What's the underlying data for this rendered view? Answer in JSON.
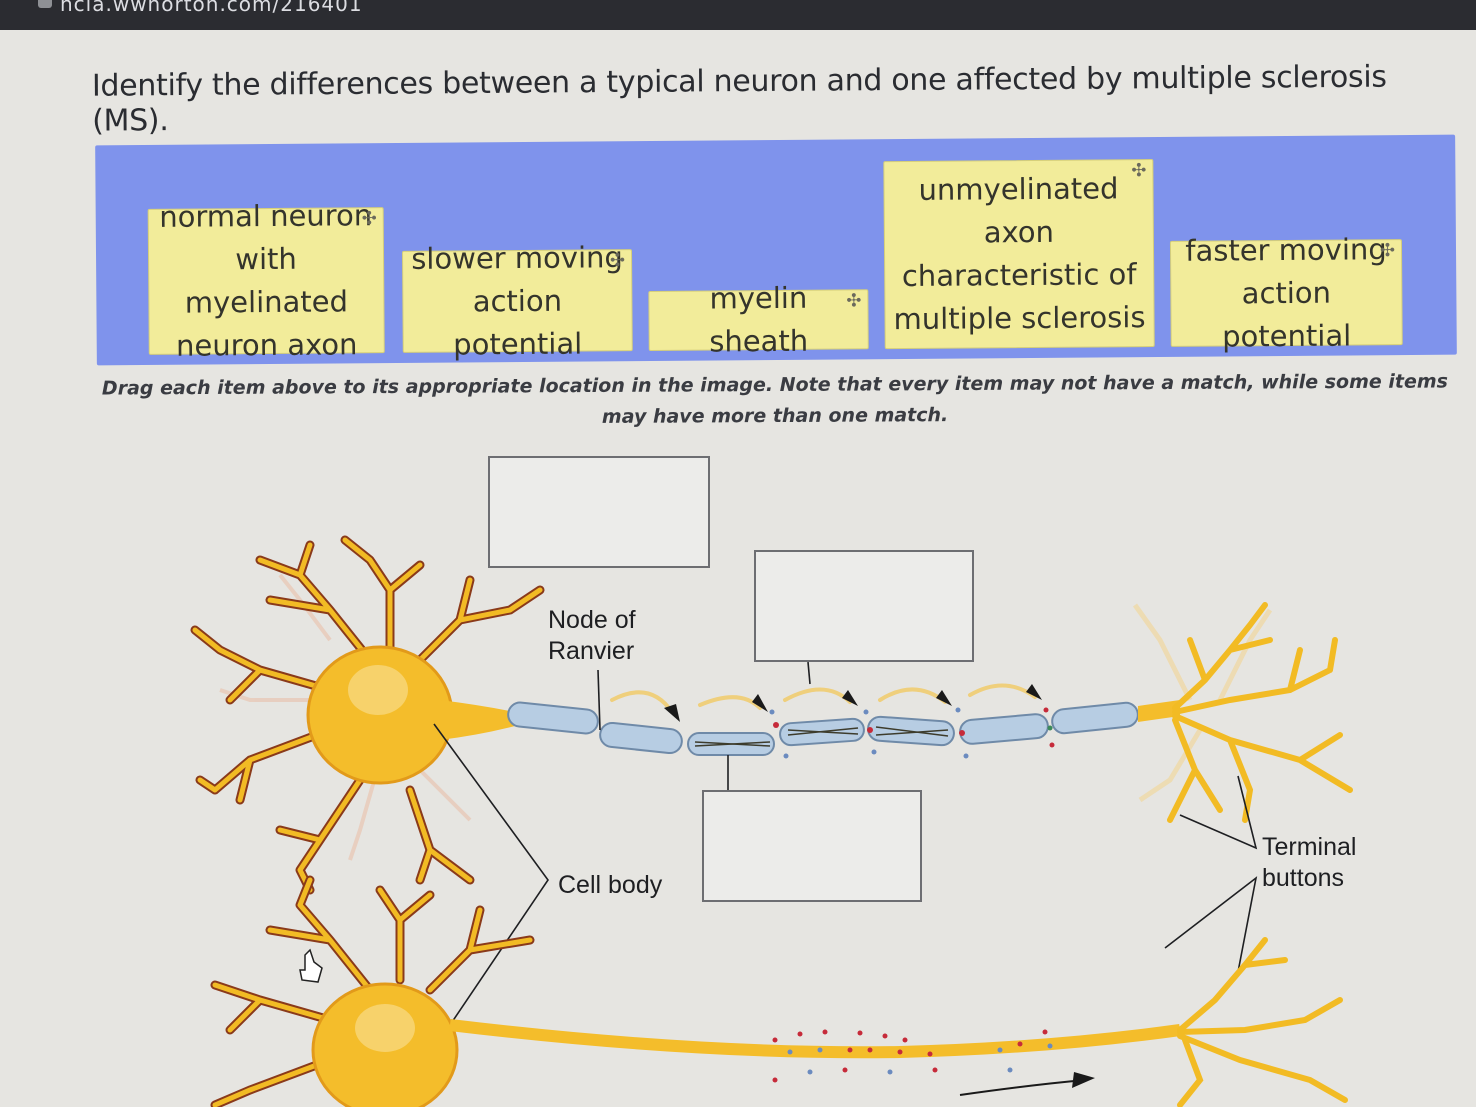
{
  "browser": {
    "url_text": "ncia.wwnorton.com/216401"
  },
  "question": {
    "title": "Identify the differences between a typical neuron and one affected by multiple sclerosis (MS).",
    "instructions": "Drag each item above to its appropriate location in the image. Note that every item may not have a match, while some items may have more than one match."
  },
  "tokens": [
    {
      "label": "normal neuron with myelinated neuron axon"
    },
    {
      "label": "slower moving action potential"
    },
    {
      "label": "myelin sheath"
    },
    {
      "label": "unmyelinated axon characteristic of multiple sclerosis"
    },
    {
      "label": "faster moving action potential"
    }
  ],
  "diagram": {
    "labels": {
      "node_of_ranvier": "Node of Ranvier",
      "cell_body": "Cell body",
      "terminal_buttons": "Terminal buttons"
    },
    "colors": {
      "neuron_yellow": "#f3be2a",
      "dendrite_outline": "#8a3a1a",
      "myelin_blue": "#b7cde3",
      "bank_blue": "#7f93ec",
      "token_yellow": "#f2ec9a"
    }
  },
  "icons": {
    "drag_handle": "plus-move-icon",
    "cursor": "hand-pointer-icon"
  }
}
